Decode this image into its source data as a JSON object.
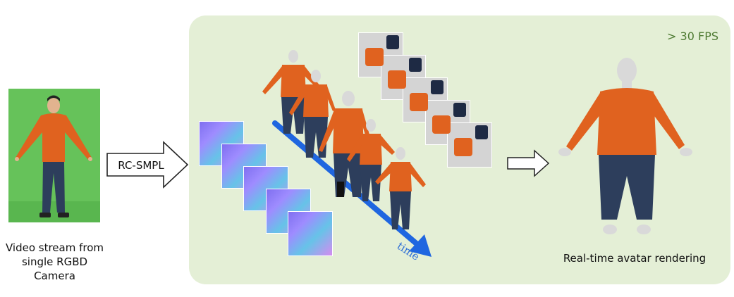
{
  "input": {
    "caption_line1": "Video stream from",
    "caption_line2": "single RGBD Camera"
  },
  "method": {
    "label": "RC-SMPL"
  },
  "panel": {
    "fps_label": "> 30 FPS",
    "time_label": "time"
  },
  "output": {
    "caption": "Real-time avatar rendering"
  },
  "colors": {
    "panel_bg": "#e4efd6",
    "fps_text": "#4e7a32",
    "time_arrow": "#1f66e0",
    "shirt": "#e0621f",
    "jeans": "#2d3e5c",
    "skin": "#d9d9d9",
    "greenscreen": "#66c25a"
  }
}
